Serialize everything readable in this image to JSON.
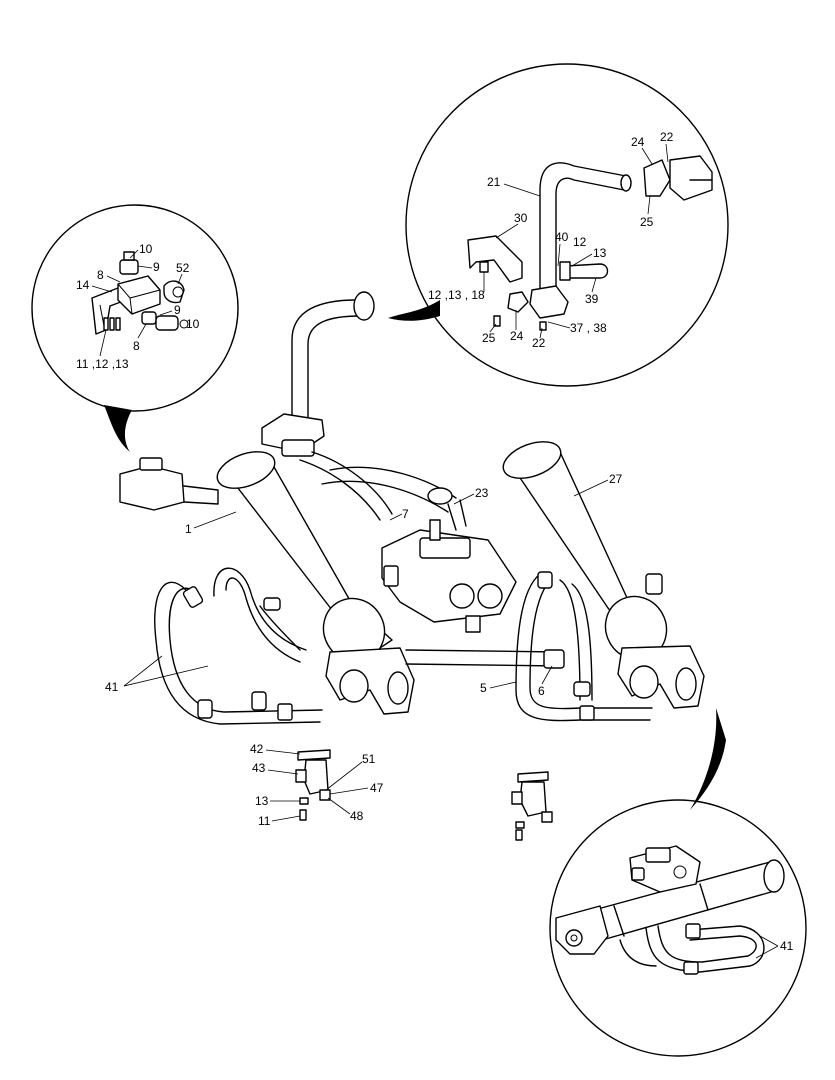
{
  "callouts": {
    "c1": "1",
    "c5": "5",
    "c6": "6",
    "c7": "7",
    "c23": "23",
    "c27": "27",
    "c41": "41",
    "c42": "42",
    "c43": "43",
    "c13a": "13",
    "c11a": "11",
    "c51": "51",
    "c47": "47",
    "c48": "48",
    "tl10a": "10",
    "tl9a": "9",
    "tl8a": "8",
    "tl52": "52",
    "tl14": "14",
    "tl9b": "9",
    "tl10b": "10",
    "tl8b": "8",
    "tl111213": "11 ,12 ,13",
    "tr24a": "24",
    "tr22a": "22",
    "tr21": "21",
    "tr25a": "25",
    "tr30": "30",
    "tr40": "40",
    "tr12": "12",
    "tr13": "13",
    "tr121318": "12 ,13 , 18",
    "tr39": "39",
    "tr25b": "25",
    "tr24b": "24",
    "tr22b": "22",
    "tr3738": "37 , 38",
    "br41": "41"
  }
}
